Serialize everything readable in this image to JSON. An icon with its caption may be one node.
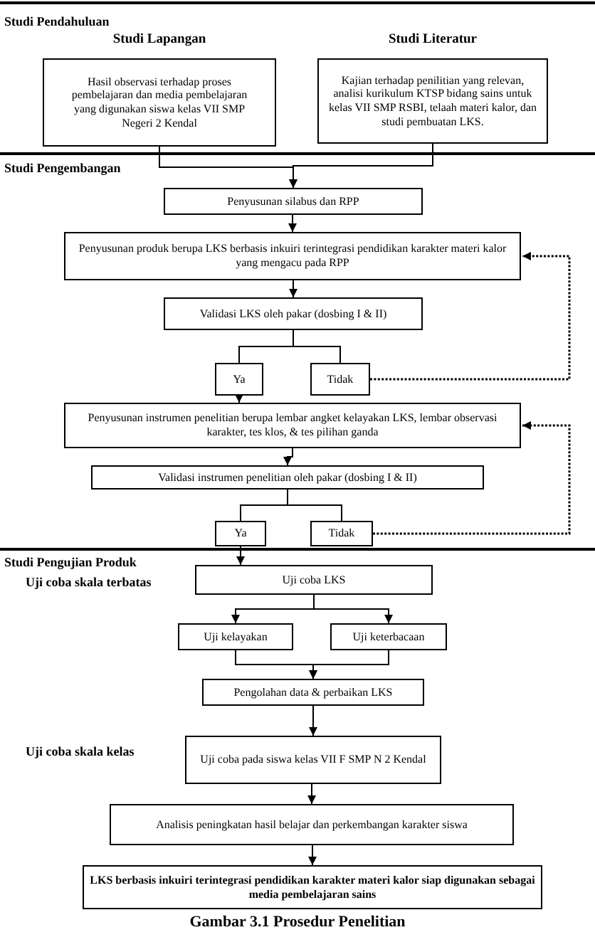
{
  "diagram": {
    "caption": "Gambar 3.1 Prosedur Penelitian",
    "nodes": [
      {
        "text": [
          "Studi Lapangan",
          "Hasil observasi terhadap proses pembelajaran dan media pembelajaran yang digunakan siswa kelas VII SMP Negeri 2 Kendal"
        ]
      },
      {
        "text": [
          "Studi Literatur",
          "Kajian terhadap penilitian yang relevan, analisi kurikulum KTSP bidang sains untuk kelas VII SMP RSBI, telaah materi kalor, dan studi pembuatan LKS."
        ]
      },
      {
        "text": [
          "Penyusunan silabus dan RPP"
        ]
      },
      {
        "text": [
          "Penyusunan produk berupa LKS berbasis inkuiri terintegrasi pendidikan karakter materi kalor yang mengacu pada RPP"
        ]
      },
      {
        "text": [
          "Validasi LKS oleh pakar (dosbing I & II)"
        ]
      },
      {
        "text": [
          "Ya"
        ]
      },
      {
        "text": [
          "Tidak"
        ]
      },
      {
        "text": [
          "Penyusunan instrumen penelitian berupa lembar angket kelayakan LKS, lembar observasi karakter, tes klos, & tes pilihan ganda"
        ]
      },
      {
        "text": [
          "Validasi instrumen penelitian oleh pakar (dosbing I & II)"
        ]
      },
      {
        "text": [
          "Ya"
        ]
      },
      {
        "text": [
          "Tidak"
        ]
      },
      {
        "text": [
          "Uji coba LKS"
        ]
      },
      {
        "text": [
          "Uji kelayakan"
        ]
      },
      {
        "text": [
          "Uji keterbacaan"
        ]
      },
      {
        "text": [
          "Pengolahan data & perbaikan LKS"
        ]
      },
      {
        "text": [
          "Uji coba pada siswa kelas VII F SMP N 2 Kendal"
        ]
      },
      {
        "text": [
          "Analisis peningkatan hasil belajar dan perkembangan karakter siswa"
        ]
      },
      {
        "text": [
          "LKS berbasis inkuiri terintegrasi pendidikan karakter materi kalor siap digunakan sebagai media pembelajaran sains"
        ]
      }
    ],
    "edges": [
      {
        "from": 0,
        "to": 2,
        "arrow": "to"
      },
      {
        "from": 1,
        "to": 2,
        "arrow": "to"
      },
      {
        "from": 2,
        "to": 3,
        "arrow": "to"
      },
      {
        "from": 3,
        "to": 4,
        "arrow": "to"
      },
      {
        "from": 4,
        "to": 5,
        "arrow": "none"
      },
      {
        "from": 4,
        "to": 6,
        "arrow": "none"
      },
      {
        "from": 5,
        "to": 7,
        "arrow": "to"
      },
      {
        "from": 6,
        "to": 3,
        "arrow": "to",
        "style": "dashed"
      },
      {
        "from": 7,
        "to": 8,
        "arrow": "to"
      },
      {
        "from": 8,
        "to": 9,
        "arrow": "none"
      },
      {
        "from": 8,
        "to": 10,
        "arrow": "none"
      },
      {
        "from": 9,
        "to": 11,
        "arrow": "to"
      },
      {
        "from": 10,
        "to": 7,
        "arrow": "to",
        "style": "dashed"
      },
      {
        "from": 11,
        "to": 12,
        "arrow": "to"
      },
      {
        "from": 11,
        "to": 13,
        "arrow": "to"
      },
      {
        "from": 12,
        "to": 14,
        "arrow": "to"
      },
      {
        "from": 13,
        "to": 14,
        "arrow": "to"
      },
      {
        "from": 14,
        "to": 15,
        "arrow": "to"
      },
      {
        "from": 15,
        "to": 16,
        "arrow": "to"
      },
      {
        "from": 16,
        "to": 17,
        "arrow": "to"
      }
    ],
    "labels": [
      "Studi Pendahuluan",
      "Studi Pengembangan",
      "Studi Pengujian Produk",
      "Uji coba skala terbatas",
      "Uji coba skala kelas"
    ]
  }
}
